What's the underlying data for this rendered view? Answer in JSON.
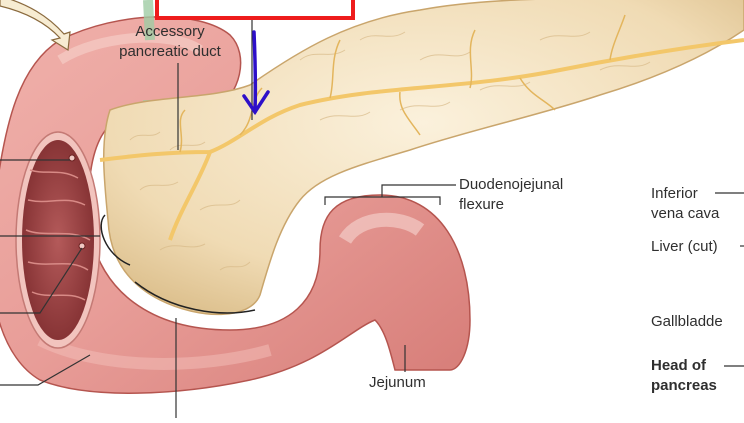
{
  "figure": {
    "subject": "Pancreas, duodenum and jejunum anatomy",
    "colors": {
      "duodenum": "#e79a96",
      "duodenum_dark": "#c9625e",
      "pancreas": "#f1dfbc",
      "pancreas_outline": "#c9a56c",
      "duct": "#f3c76a",
      "bile_duct": "#9fcca4",
      "annotation_arrow": "#2d0fc9",
      "highlight_box": "#ee1c1c",
      "leader_line": "#333333",
      "label_text": "#2f2f2f"
    }
  },
  "labels": {
    "accessory_duct": {
      "line1": "Accessory",
      "line2": "pancreatic duct"
    },
    "duodenojejunal": {
      "line1": "Duodenojejunal",
      "line2": "flexure"
    },
    "jejunum": "Jejunum",
    "inferior_vena_cava": {
      "line1": "Inferior",
      "line2": "vena cava"
    },
    "liver": "Liver (cut)",
    "gallbladder": "Gallbladde",
    "head_of_pancreas": {
      "line1": "Head of",
      "line2": "pancreas"
    }
  }
}
